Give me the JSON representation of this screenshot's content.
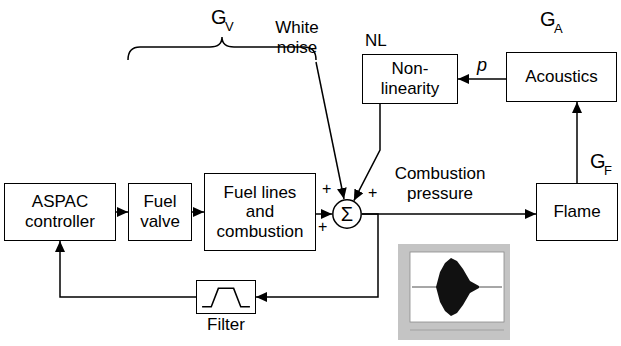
{
  "diagram": {
    "nodes": [
      {
        "text": [
          "ASPAC controller"
        ]
      },
      {
        "text": [
          "Fuel valve"
        ]
      },
      {
        "text": [
          "Fuel lines and combustion"
        ]
      },
      {
        "text": [
          "Σ"
        ]
      },
      {
        "text": [
          "Non- linearity"
        ]
      },
      {
        "text": [
          "Acoustics"
        ]
      },
      {
        "text": [
          "Flame"
        ]
      },
      {
        "text": [
          "Filter"
        ]
      }
    ],
    "edges": [
      {
        "from": 0,
        "to": 1,
        "arrow": "to"
      },
      {
        "from": 1,
        "to": 2,
        "arrow": "to"
      },
      {
        "from": 2,
        "to": 3,
        "arrow": "to"
      },
      {
        "from": 3,
        "to": 6,
        "arrow": "to"
      },
      {
        "from": 6,
        "to": 5,
        "arrow": "to"
      },
      {
        "from": 5,
        "to": 4,
        "label": "p",
        "arrow": "to"
      },
      {
        "from": 4,
        "to": 3,
        "arrow": "to"
      },
      {
        "from": 3,
        "to": 7,
        "arrow": "to"
      },
      {
        "from": 7,
        "to": 0,
        "arrow": "to"
      }
    ],
    "labels": [
      "G",
      "V",
      "NL",
      "White noise",
      "G",
      "A",
      "+",
      "+",
      "+",
      "Combustion pressure",
      "G",
      "F"
    ]
  }
}
